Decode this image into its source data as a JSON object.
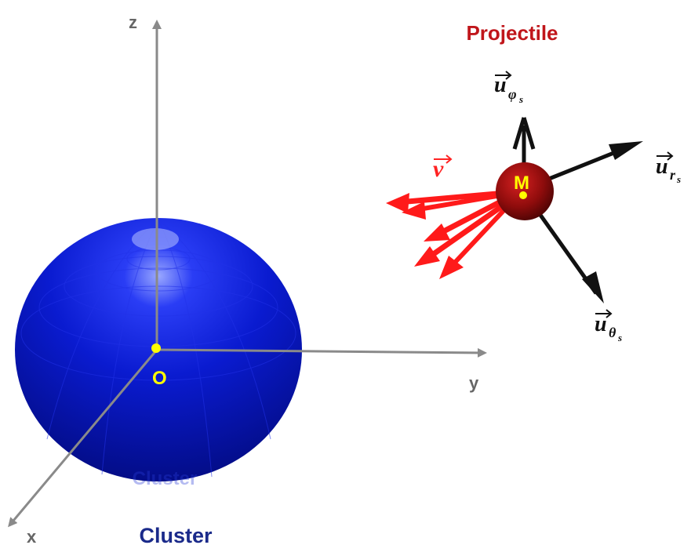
{
  "labels": {
    "z_axis": "z",
    "y_axis": "y",
    "x_axis": "x",
    "origin": "O",
    "projectile_point": "M",
    "projectile_title": "Projectile",
    "cluster_title": "Cluster",
    "cluster_ghost": "Cluster"
  },
  "vectors": {
    "velocity": {
      "base": "v",
      "sub": "",
      "subsub": ""
    },
    "u_phi": {
      "base": "u",
      "sub": "φ",
      "subsub": "s"
    },
    "u_r": {
      "base": "u",
      "sub": "r",
      "subsub": "s"
    },
    "u_theta": {
      "base": "u",
      "sub": "θ",
      "subsub": "s"
    }
  },
  "colors": {
    "axis": "#8a8a8a",
    "cluster": "#0a1bd8",
    "projectile": "#b30f0f",
    "velocity": "#ff1a1a",
    "unit_vectors": "#111111",
    "point": "#ffff00"
  }
}
